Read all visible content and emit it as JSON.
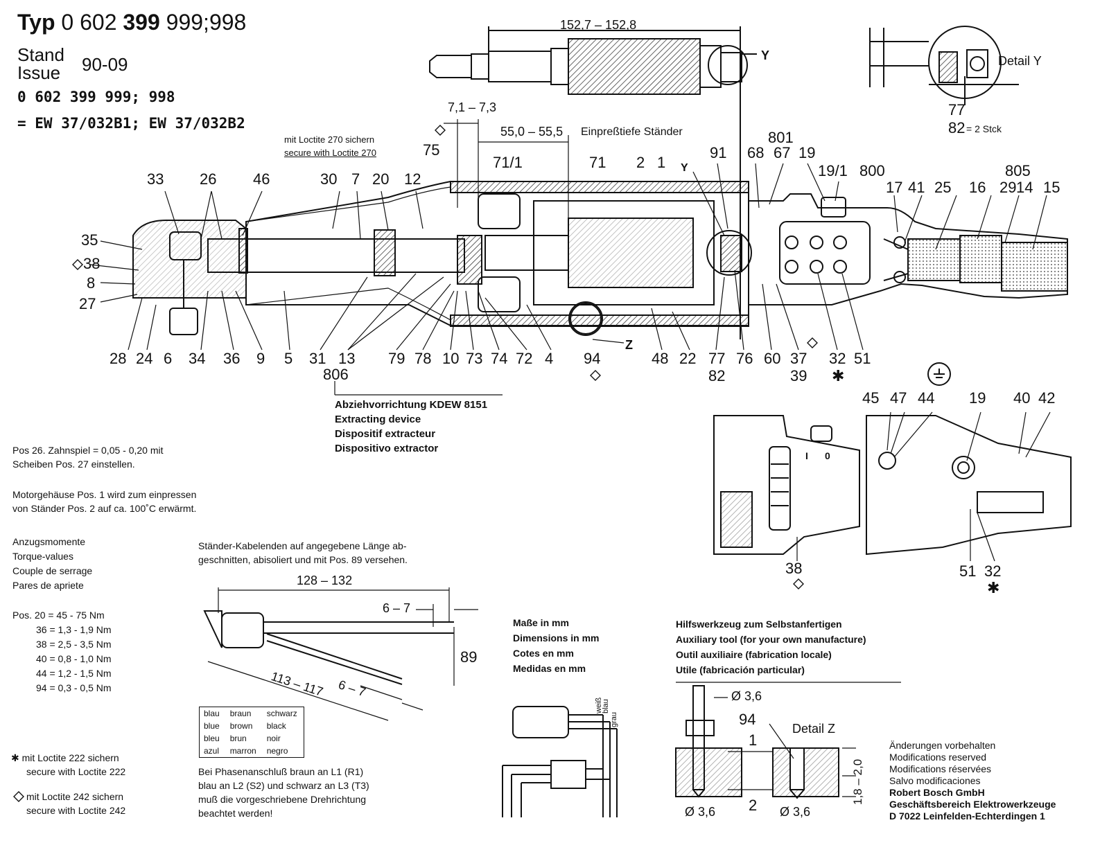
{
  "header": {
    "typ_label": "Typ",
    "typ_prefix": "0 602",
    "typ_bold": "399",
    "typ_suffix": "999;998",
    "stand_label": "Stand",
    "issue_label": "Issue",
    "stand_value": "90-09",
    "codes_line1": "0 602 399 999; 998",
    "codes_line2": "= EW 37/032B1; EW 37/032B2"
  },
  "dimensions": {
    "rotor_length": "152,7 – 152,8",
    "press_depth": "55,0 – 55,5",
    "press_depth_label": "Einpreßtiefe Ständer",
    "gap": "7,1 – 7,3",
    "cable_length": "128 – 132",
    "strip_length_a": "6 – 7",
    "strip_length_b": "6 – 7",
    "cable_length_b": "113 – 117",
    "drill_dia_top": "Ø 3,6",
    "drill_dia_left": "Ø 3,6",
    "drill_dia_right": "Ø 3,6",
    "depth_z1": "1,8 – 2,0"
  },
  "loctite_note": {
    "de": "mit Loctite 270 sichern",
    "en": "secure with Loctite 270"
  },
  "detail_y": {
    "label": "Detail Y",
    "pos_a": "77",
    "pos_b": "82",
    "qty": "= 2 Stck"
  },
  "detail_z": {
    "label": "Detail Z"
  },
  "marker_y": "Y",
  "marker_z": "Z",
  "callouts": {
    "p33": "33",
    "p26": "26",
    "p46": "46",
    "p30": "30",
    "p7": "7",
    "p20": "20",
    "p12": "12",
    "p75": "75",
    "p71_1": "71/1",
    "p71": "71",
    "p2": "2",
    "p1": "1",
    "py": "Y",
    "p91": "91",
    "p68": "68",
    "p801": "801",
    "p67": "67",
    "p19": "19",
    "p19_1": "19/1",
    "p800": "800",
    "p17": "17",
    "p41": "41",
    "p25": "25",
    "p16": "16",
    "p29": "29",
    "p805": "805",
    "p14": "14",
    "p15": "15",
    "p35": "35",
    "p38": "38",
    "p8": "8",
    "p27": "27",
    "p28": "28",
    "p24": "24",
    "p6": "6",
    "p34": "34",
    "p36": "36",
    "p9": "9",
    "p5": "5",
    "p31": "31",
    "p13": "13",
    "p79": "79",
    "p78": "78",
    "p10": "10",
    "p73": "73",
    "p74": "74",
    "p72": "72",
    "p4": "4",
    "p94": "94",
    "p48": "48",
    "p22": "22",
    "p77": "77",
    "p76": "76",
    "p60": "60",
    "p37": "37",
    "p32": "32",
    "p51": "51",
    "p82": "82",
    "p39": "39",
    "p806": "806",
    "q45": "45",
    "q47": "47",
    "q44": "44",
    "q19": "19",
    "q40": "40",
    "q42": "42",
    "q38": "38",
    "q51": "51",
    "q32": "32",
    "z94": "94",
    "z1": "1",
    "z2": "2",
    "cable_89": "89",
    "switch_i": "I",
    "switch_o": "0"
  },
  "extractor": {
    "title": "Abziehvorrichtung KDEW 8151",
    "en": "Extracting device",
    "fr": "Dispositif extracteur",
    "es": "Dispositivo extractor"
  },
  "notes": {
    "backlash_1": "Pos 26. Zahnspiel = 0,05 - 0,20 mit",
    "backlash_2": "Scheiben Pos. 27 einstellen.",
    "housing_1": "Motorgehäuse Pos. 1 wird zum einpressen",
    "housing_2": "von Ständer Pos. 2 auf ca. 100˚C erwärmt.",
    "stator_1": "Ständer-Kabelenden auf angegebene Länge ab-",
    "stator_2": "geschnitten, abisoliert und mit Pos. 89 versehen.",
    "phase_1": "Bei Phasenanschluß braun an L1 (R1)",
    "phase_2": "blau an L2 (S2) und schwarz an L3 (T3)",
    "phase_3": "muß die vorgeschriebene Drehrichtung",
    "phase_4": "beachtet werden!"
  },
  "torque": {
    "heading": [
      "Anzugsmomente",
      "Torque-values",
      "Couple de serrage",
      "Pares de apriete"
    ],
    "rows": [
      "Pos. 20 = 45  - 75  Nm",
      "36 = 1,3 - 1,9 Nm",
      "38 = 2,5 - 3,5 Nm",
      "40 = 0,8 - 1,0 Nm",
      "44 = 1,2 - 1,5 Nm",
      "94 = 0,3 - 0,5 Nm"
    ]
  },
  "colors_table": {
    "rows": [
      [
        "blau",
        "braun",
        "schwarz"
      ],
      [
        "blue",
        "brown",
        "black"
      ],
      [
        "bleu",
        "brun",
        "noir"
      ],
      [
        "azul",
        "marron",
        "negro"
      ]
    ]
  },
  "wire_labels": {
    "a": "weiß",
    "b": "blau",
    "c": "grau"
  },
  "legend": {
    "star_de": "mit Loctite 222 sichern",
    "star_en": "secure with Loctite 222",
    "diamond_de": "mit Loctite 242 sichern",
    "diamond_en": "secure with Loctite 242"
  },
  "units": [
    "Maße in mm",
    "Dimensions in mm",
    "Cotes en mm",
    "Medidas en mm"
  ],
  "aux_tool": [
    "Hilfswerkzeug zum Selbstanfertigen",
    "Auxiliary tool (for your own manufacture)",
    "Outil auxiliaire (fabrication locale)",
    "Utile (fabricación particular)"
  ],
  "footer": [
    "Änderungen vorbehalten",
    "Modifications reserved",
    "Modifications réservées",
    "Salvo modificaciones",
    "Robert Bosch GmbH",
    "Geschäftsbereich Elektrowerkzeuge",
    "D 7022 Leinfelden-Echterdingen 1"
  ]
}
